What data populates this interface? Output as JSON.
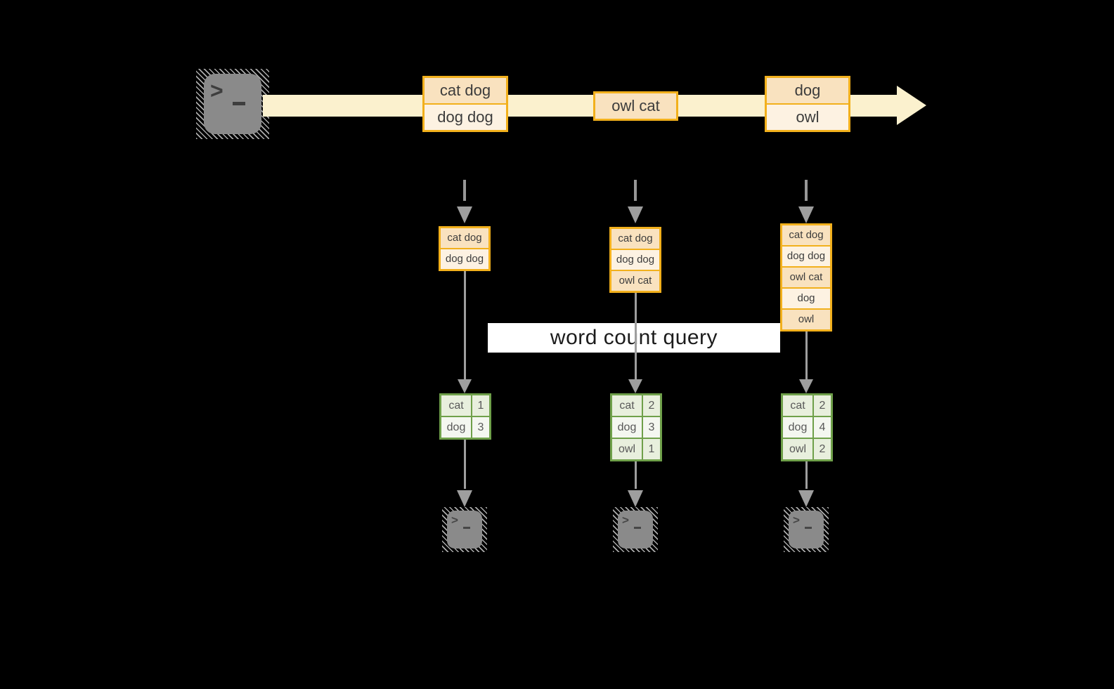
{
  "query_label": "word count query",
  "terminal": {
    "prompt_gt": ">",
    "prompt_underscore": "_"
  },
  "stream": {
    "groups": [
      {
        "records": [
          "cat dog",
          "dog dog"
        ]
      },
      {
        "records": [
          "owl cat"
        ]
      },
      {
        "records": [
          "dog",
          "owl"
        ]
      }
    ]
  },
  "columns": [
    {
      "buffer": [
        "cat dog",
        "dog dog"
      ],
      "counts": [
        {
          "word": "cat",
          "count": "1"
        },
        {
          "word": "dog",
          "count": "3"
        }
      ]
    },
    {
      "buffer": [
        "cat dog",
        "dog dog",
        "owl cat"
      ],
      "counts": [
        {
          "word": "cat",
          "count": "2"
        },
        {
          "word": "dog",
          "count": "3"
        },
        {
          "word": "owl",
          "count": "1"
        }
      ]
    },
    {
      "buffer": [
        "cat dog",
        "dog dog",
        "owl cat",
        "dog",
        "owl"
      ],
      "counts": [
        {
          "word": "cat",
          "count": "2"
        },
        {
          "word": "dog",
          "count": "4"
        },
        {
          "word": "owl",
          "count": "2"
        }
      ]
    }
  ],
  "colors": {
    "background": "#000000",
    "stream_band": "#FBF1CE",
    "record_border": "#F2B01C",
    "record_fill_dark": "#F9E2BF",
    "record_fill_light": "#FDF2E2",
    "table_border": "#6FA04A",
    "table_fill_dark": "#E8EFDD",
    "table_fill_light": "#F4F7F0",
    "arrow_gray": "#9E9E9E",
    "terminal_gray": "#8A8A8A",
    "label_background": "#FFFFFF"
  }
}
